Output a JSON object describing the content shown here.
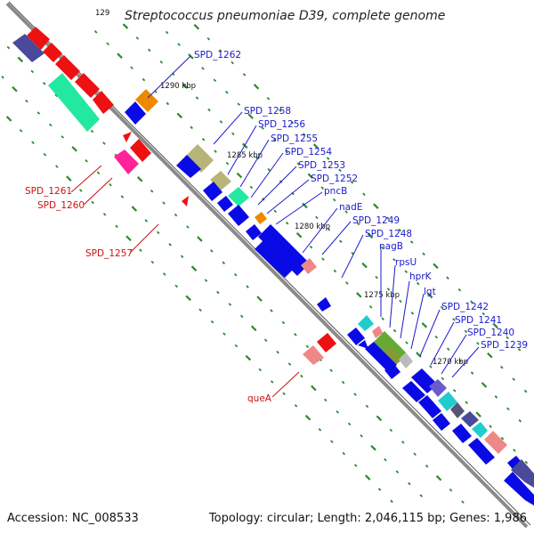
{
  "title": "Streptococcus pneumoniae D39, complete genome",
  "accession": "Accession: NC_008533",
  "summary": "Topology: circular; Length: 2,046,115 bp; Genes: 1,986",
  "colors": {
    "backbone": "#8a8a8a",
    "tick": "#2a8a2a",
    "label_forward": "#cc1111",
    "label_reverse": "#1a1acc",
    "gene_blue": "#0a0ae6",
    "gene_red": "#ee1111"
  },
  "kbp_markers": [
    "1290 kbp",
    "1285 kbp",
    "1280 kbp",
    "1275 kbp",
    "1270 kbp"
  ],
  "top_edge_marker": "129",
  "gene_labels_reverse": [
    "SPD_1262",
    "SPD_1258",
    "SPD_1256",
    "SPD_1255",
    "SPD_1254",
    "SPD_1253",
    "SPD_1252",
    "pncB",
    "nadE",
    "SPD_1249",
    "SPD_1248",
    "nagB",
    "rpsU",
    "hprK",
    "lgt",
    "SPD_1242",
    "SPD_1241",
    "SPD_1240",
    "SPD_1239"
  ],
  "gene_labels_forward": [
    "SPD_1261",
    "SPD_1260",
    "SPD_1257",
    "queA"
  ]
}
